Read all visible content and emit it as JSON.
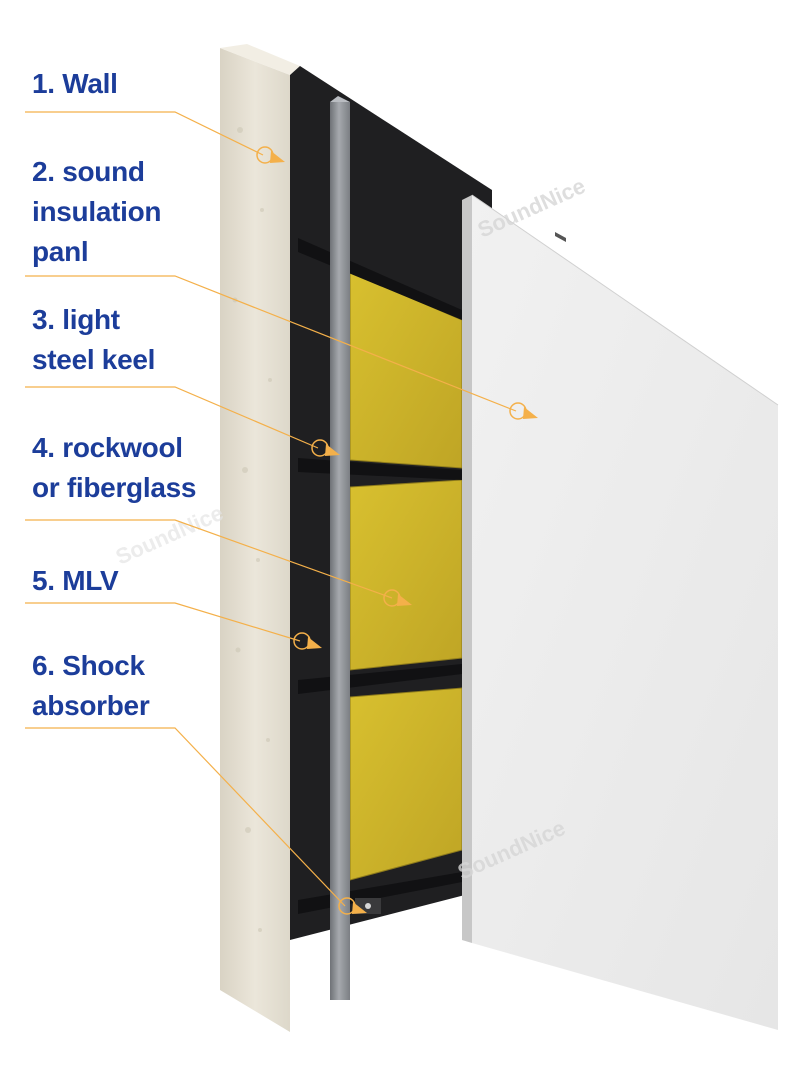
{
  "labels": [
    {
      "id": "wall",
      "lines": [
        "1. Wall"
      ]
    },
    {
      "id": "sound-insulation-panel",
      "lines": [
        "2. sound",
        "insulation",
        "panl"
      ]
    },
    {
      "id": "light-steel-keel",
      "lines": [
        "3. light",
        "steel keel"
      ]
    },
    {
      "id": "rockwool-or-fiberglass",
      "lines": [
        "4. rockwool",
        "or fiberglass"
      ]
    },
    {
      "id": "mlv",
      "lines": [
        "5. MLV"
      ]
    },
    {
      "id": "shock-absorber",
      "lines": [
        "6. Shock",
        "absorber"
      ]
    }
  ],
  "watermark": "SoundNice",
  "colors": {
    "label_text": "#1c3d9a",
    "leader_line": "#f4b04a",
    "concrete_wall": "#e4dfd2",
    "mlv_black": "#1f1f21",
    "steel_keel": "#8c8f94",
    "rockwool_yellow": "#cdb62c",
    "panel_face": "#eeeeee"
  }
}
